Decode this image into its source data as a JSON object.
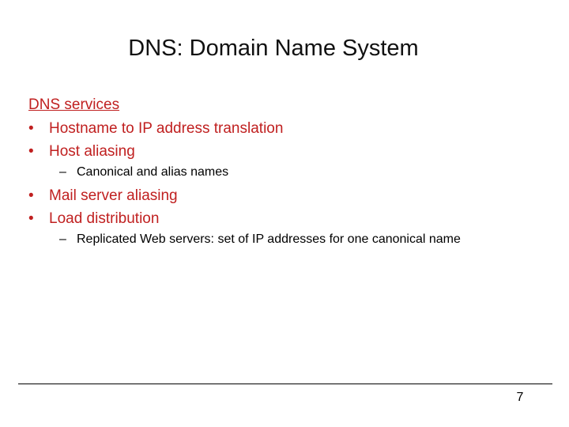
{
  "slide": {
    "title": "DNS: Domain Name System",
    "page_number": "7",
    "colors": {
      "background": "#ffffff",
      "title_text": "#111111",
      "accent_red": "#c02020",
      "body_black": "#000000",
      "rule_black": "#000000"
    },
    "content": {
      "heading": "DNS services",
      "bullet_glyph": "•",
      "sub_bullet_glyph": "–",
      "items": [
        {
          "level": "bullet",
          "color": "red",
          "text": "Hostname to IP address translation"
        },
        {
          "level": "bullet",
          "color": "red",
          "text": "Host aliasing"
        },
        {
          "level": "sub",
          "color": "black",
          "text": "Canonical and alias names"
        },
        {
          "level": "bullet",
          "color": "red",
          "text": "Mail server aliasing"
        },
        {
          "level": "bullet",
          "color": "red",
          "text": "Load distribution"
        },
        {
          "level": "sub",
          "color": "black",
          "text": "Replicated Web servers: set of IP addresses for one canonical name"
        }
      ]
    }
  }
}
